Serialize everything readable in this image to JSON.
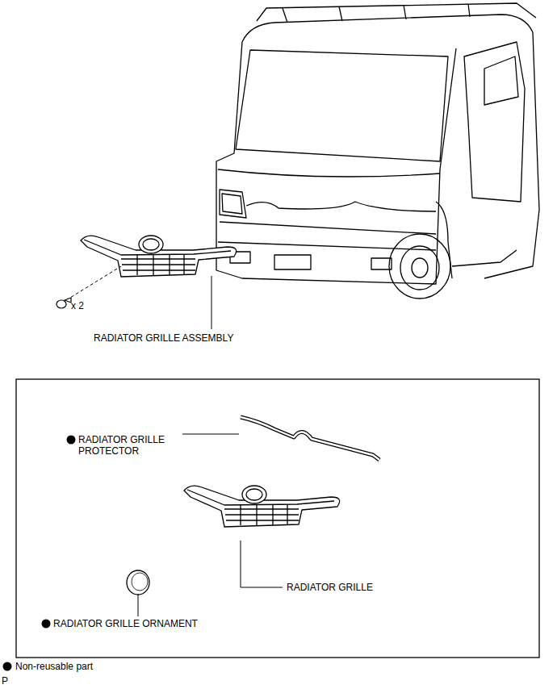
{
  "diagram": {
    "labels": [
      "x 2",
      "RADIATOR GRILLE ASSEMBLY",
      "RADIATOR GRILLE PROTECTOR",
      "RADIATOR GRILLE",
      "RADIATOR GRILLE ORNAMENT",
      "P"
    ],
    "legend": [
      {
        "text": "Non-reusable part"
      }
    ]
  }
}
